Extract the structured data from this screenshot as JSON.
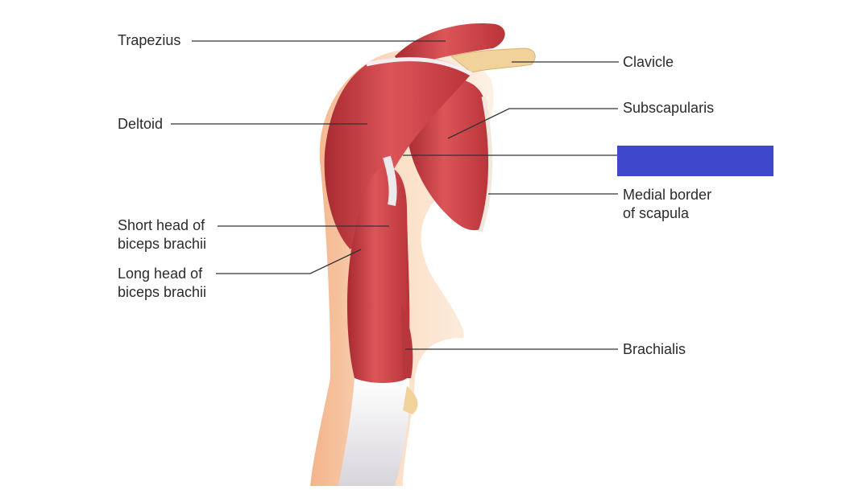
{
  "labels": {
    "trapezius": "Trapezius",
    "deltoid": "Deltoid",
    "short_head_line1": "Short head of",
    "short_head_line2": "biceps brachii",
    "long_head_line1": "Long head of",
    "long_head_line2": "biceps brachii",
    "clavicle": "Clavicle",
    "subscapularis": "Subscapularis",
    "medial_border_line1": "Medial border",
    "medial_border_line2": "of scapula",
    "brachialis": "Brachialis"
  },
  "colors": {
    "label_box": "#3f48cc",
    "leader_line": "#333333",
    "muscle_red": "#d0474a",
    "muscle_dark": "#b22f35",
    "skin": "#f6c9a6",
    "tendon": "#e9e6ea",
    "bone": "#f2d39a"
  }
}
